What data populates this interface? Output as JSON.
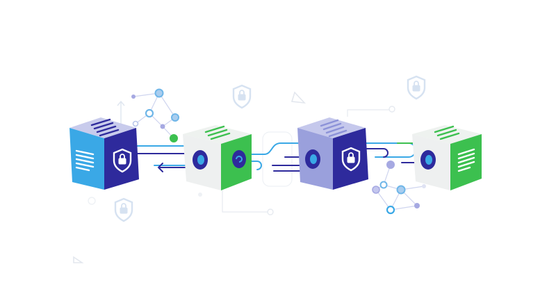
{
  "illustration": {
    "subject": "blockchain-chain",
    "colors": {
      "background": "#ffffff",
      "blue_light": "#3aa8e6",
      "blue_dark": "#2e2a9c",
      "blue_top": "#b9bde8",
      "green": "#3cc04f",
      "green_top": "#eef3ef",
      "cube_light_face": "#f3f5f4",
      "lavender": "#9aa0dc",
      "link_dark": "#2e2a9c",
      "link_light": "#3aa8e6",
      "node_blue": "#6fb6e8",
      "node_purple": "#a6a9e2",
      "faint_icon": "#d9e4f2"
    },
    "blocks": [
      {
        "name": "block-1",
        "icon": "shield-lock-icon",
        "left_face": "document-lines-icon",
        "theme": "blue"
      },
      {
        "name": "block-2",
        "icon": "keyhole-icon",
        "left_face": "plain",
        "theme": "green"
      },
      {
        "name": "block-3",
        "icon": "shield-lock-icon",
        "left_face": "keyhole-icon",
        "theme": "lavender"
      },
      {
        "name": "block-4",
        "icon": "document-lines-icon",
        "left_face": "keyhole-icon",
        "theme": "green"
      }
    ],
    "decor_icons": [
      "shield-lock-icon",
      "shield-lock-icon",
      "shield-lock-icon",
      "triangle-icon",
      "network-node-icon"
    ]
  }
}
